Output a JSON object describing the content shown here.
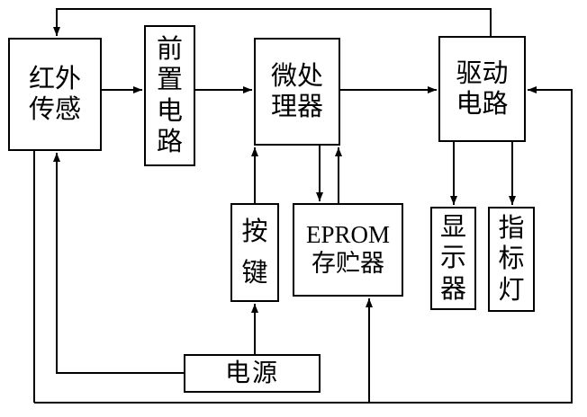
{
  "diagram": {
    "type": "block-diagram",
    "language": "zh-CN",
    "colors": {
      "line": "#000000",
      "box_border": "#000000",
      "background": "#ffffff"
    },
    "boxes": {
      "infrared_sensor": {
        "label": "红外传感",
        "lines": [
          "红外",
          "传感"
        ]
      },
      "preamp": {
        "label": "前置电路",
        "lines": [
          "前",
          "置",
          "电",
          "路"
        ]
      },
      "mcu": {
        "label": "微处理器",
        "lines": [
          "微处",
          "理器"
        ]
      },
      "drive": {
        "label": "驱动电路",
        "lines": [
          "驱动",
          "电路"
        ]
      },
      "keys": {
        "label": "按键",
        "lines": [
          "按",
          "键"
        ]
      },
      "eprom": {
        "label": "EPROM存贮器",
        "lines": [
          "EPROM",
          "存贮器"
        ]
      },
      "display": {
        "label": "显示器",
        "lines": [
          "显",
          "示",
          "器"
        ]
      },
      "indicator": {
        "label": "指标灯",
        "lines": [
          "指",
          "标",
          "灯"
        ]
      },
      "power": {
        "label": "电源",
        "lines": [
          "电源"
        ]
      }
    },
    "connections": [
      {
        "from": "drive",
        "to": "infrared_sensor",
        "route": "top-loop",
        "arrow": "down-into-sensor-top"
      },
      {
        "from": "infrared_sensor",
        "to": "preamp",
        "arrow": "right"
      },
      {
        "from": "preamp",
        "to": "mcu",
        "arrow": "right"
      },
      {
        "from": "mcu",
        "to": "drive",
        "arrow": "right"
      },
      {
        "from": "mcu",
        "to": "eprom",
        "arrow": "down"
      },
      {
        "from": "eprom",
        "to": "mcu",
        "arrow": "up"
      },
      {
        "from": "keys",
        "to": "mcu",
        "arrow": "up"
      },
      {
        "from": "drive",
        "to": "display",
        "arrow": "down"
      },
      {
        "from": "drive",
        "to": "indicator",
        "arrow": "down"
      },
      {
        "from": "power",
        "to": "keys",
        "arrow": "up"
      },
      {
        "from": "power",
        "to": "eprom",
        "route": "bottom",
        "arrow": "up"
      },
      {
        "from": "power",
        "to": "infrared_sensor",
        "route": "left",
        "arrow": "up-into-sensor-bottom"
      },
      {
        "from": "power",
        "to": "drive",
        "route": "bottom-right",
        "arrow": "left-into-drive-right"
      },
      {
        "from": "power",
        "to": "infrared_sensor",
        "route": "bottom-left-plain-line",
        "arrow": "none"
      }
    ]
  }
}
